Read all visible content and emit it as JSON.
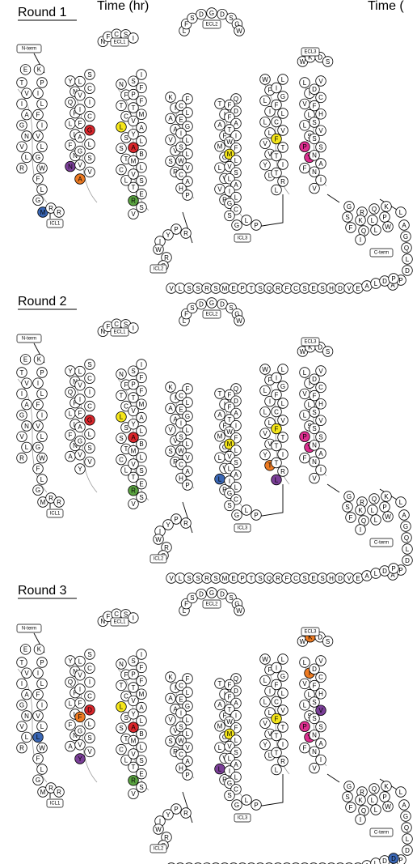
{
  "header_fragments": [
    "Time (hr)",
    "Time ("
  ],
  "labels": {
    "nterm": "N-term",
    "cterm": "C-term",
    "ecl1": "ECL1",
    "ecl2": "ECL2",
    "ecl3": "ECL3",
    "icl1": "ICL1",
    "icl2": "ICL2",
    "icl3": "ICL3"
  },
  "colors": {
    "red": "#d9262b",
    "orange": "#ee7b22",
    "yellow": "#f5e61a",
    "green": "#5aa240",
    "blue": "#3a67b5",
    "purple": "#7b3f98",
    "pink": "#dd2e8f",
    "circle_stroke": "#000000",
    "circle_fill": "#ffffff"
  },
  "sequences": {
    "tm1_left": [
      "T",
      "V",
      "I",
      "A",
      "G",
      "N",
      "V",
      "L",
      "R"
    ],
    "tm1_right": [
      "E",
      "K",
      "P",
      "I",
      "L",
      "F",
      "I",
      "V",
      "L",
      "G",
      "W",
      "F",
      "L",
      "G"
    ],
    "tm2_left": [
      "Y",
      "N",
      "Q",
      "F",
      "L",
      "L",
      "F",
      "N",
      "A"
    ],
    "tm2_right": [
      "S",
      "L",
      "C",
      "V",
      "I",
      "I",
      "C",
      "F",
      "G",
      "A",
      "L",
      "G",
      "S",
      "V",
      "V",
      "Y"
    ],
    "tm3_left": [
      "N",
      "F",
      "T",
      "C",
      "L",
      "S",
      "S",
      "T",
      "C",
      "L"
    ],
    "tm3_right": [
      "I",
      "S",
      "F",
      "P",
      "F",
      "T",
      "M",
      "V",
      "A",
      "Y",
      "L",
      "A",
      "B",
      "M",
      "L",
      "V",
      "S",
      "T",
      "E",
      "R",
      "S",
      "V"
    ],
    "tm4_left": [
      "K",
      "I",
      "A",
      "A",
      "V",
      "V",
      "S",
      "R"
    ],
    "tm4_right": [
      "F",
      "C",
      "L",
      "E",
      "G",
      "I",
      "L",
      "S",
      "L",
      "W",
      "V",
      "C",
      "A",
      "H",
      "P"
    ],
    "tm5_left": [
      "T",
      "I",
      "A",
      "F",
      "M",
      "G",
      "L",
      "V",
      "V",
      "R"
    ],
    "tm5_right": [
      "Q",
      "F",
      "D",
      "F",
      "A",
      "T",
      "I",
      "W",
      "F",
      "C",
      "L",
      "V",
      "S",
      "L",
      "A",
      "I",
      "L",
      "G",
      "C",
      "S"
    ],
    "tm6_left": [
      "W",
      "F",
      "L",
      "I",
      "L",
      "L",
      "V",
      "V",
      "Y",
      "L"
    ],
    "tm6_right": [
      "L",
      "I",
      "G",
      "F",
      "L",
      "C",
      "V",
      "F",
      "T",
      "T",
      "I",
      "T",
      "R",
      "L"
    ],
    "tm7_left": [
      "L",
      "I",
      "V",
      "L",
      "L",
      "S",
      "P",
      "Y",
      "F"
    ],
    "tm7_right": [
      "V",
      "D",
      "C",
      "F",
      "H",
      "S",
      "V",
      "S",
      "S",
      "N",
      "A",
      "N",
      "I",
      "V"
    ],
    "ecl1": [
      "N",
      "F",
      "C",
      "S",
      "I"
    ],
    "ecl2": [
      "L",
      "F",
      "S",
      "D",
      "G",
      "D",
      "S",
      "G",
      "W"
    ],
    "ecl3": [
      "W",
      "K",
      "D",
      "S"
    ],
    "icl1": [
      "M",
      "R",
      "R"
    ],
    "icl2": [
      "P",
      "Y",
      "I",
      "R",
      "W",
      "R",
      "C"
    ],
    "icl3": [
      "G",
      "L",
      "P"
    ],
    "cterm_cluster": [
      "G",
      "R",
      "Q",
      "K",
      "S",
      "K",
      "L",
      "P",
      "F",
      "Q",
      "L",
      "W",
      "I"
    ],
    "cterm_tail": [
      "L",
      "A",
      "G",
      "Q",
      "L",
      "D",
      "P",
      "A"
    ],
    "cterm_row": [
      "V",
      "L",
      "S",
      "S",
      "R",
      "S",
      "M",
      "E",
      "P",
      "T",
      "S",
      "Q",
      "R",
      "F",
      "C",
      "S",
      "E",
      "S",
      "H",
      "D",
      "V",
      "E",
      "A",
      "L",
      "D",
      "P"
    ]
  },
  "rounds": [
    {
      "title": "Round 1",
      "highlights": [
        {
          "seg": "tm2_right",
          "i": 8,
          "color": "red",
          "letter": "G"
        },
        {
          "seg": "tm3_right",
          "i": 11,
          "color": "red",
          "letter": "A"
        },
        {
          "seg": "tm3_left",
          "i": 4,
          "color": "yellow",
          "letter": "L"
        },
        {
          "seg": "tm3_right",
          "i": 19,
          "color": "green",
          "letter": "R"
        },
        {
          "seg": "tm2_left",
          "i": 8,
          "color": "purple",
          "letter": "N"
        },
        {
          "seg": "tm2_right",
          "i": 15,
          "color": "orange",
          "letter": "A"
        },
        {
          "seg": "icl1",
          "i": 0,
          "color": "blue",
          "letter": "M"
        },
        {
          "seg": "tm5_right",
          "i": 9,
          "color": "yellow",
          "letter": "M"
        },
        {
          "seg": "tm6_right",
          "i": 7,
          "color": "yellow",
          "letter": "F"
        },
        {
          "seg": "tm7_left",
          "i": 6,
          "color": "pink",
          "letter": "P"
        },
        {
          "seg": "tm7_left",
          "i": 7,
          "color": "pink",
          "letter": "Y"
        }
      ]
    },
    {
      "title": "Round 2",
      "highlights": [
        {
          "seg": "tm2_right",
          "i": 8,
          "color": "red",
          "letter": "G"
        },
        {
          "seg": "tm3_right",
          "i": 11,
          "color": "red",
          "letter": "A"
        },
        {
          "seg": "tm3_left",
          "i": 4,
          "color": "yellow",
          "letter": "L"
        },
        {
          "seg": "tm3_right",
          "i": 19,
          "color": "green",
          "letter": "R"
        },
        {
          "seg": "tm5_right",
          "i": 9,
          "color": "yellow",
          "letter": "M"
        },
        {
          "seg": "tm5_left",
          "i": 8,
          "color": "blue",
          "letter": "L"
        },
        {
          "seg": "tm6_right",
          "i": 7,
          "color": "yellow",
          "letter": "F"
        },
        {
          "seg": "tm6_left",
          "i": 9,
          "color": "orange",
          "letter": "T"
        },
        {
          "seg": "tm6_right",
          "i": 13,
          "color": "purple",
          "letter": "L"
        },
        {
          "seg": "tm7_left",
          "i": 6,
          "color": "pink",
          "letter": "P"
        },
        {
          "seg": "tm7_left",
          "i": 7,
          "color": "pink",
          "letter": "Y"
        }
      ]
    },
    {
      "title": "Round 3",
      "highlights": [
        {
          "seg": "tm1_right",
          "i": 9,
          "color": "blue",
          "letter": "L"
        },
        {
          "seg": "tm2_right",
          "i": 8,
          "color": "red",
          "letter": "D"
        },
        {
          "seg": "tm2_right",
          "i": 9,
          "color": "orange",
          "letter": "F"
        },
        {
          "seg": "tm3_right",
          "i": 11,
          "color": "red",
          "letter": "A"
        },
        {
          "seg": "tm3_left",
          "i": 4,
          "color": "yellow",
          "letter": "L"
        },
        {
          "seg": "tm3_right",
          "i": 19,
          "color": "green",
          "letter": "R"
        },
        {
          "seg": "tm2_right",
          "i": 15,
          "color": "purple",
          "letter": "Y"
        },
        {
          "seg": "tm5_right",
          "i": 9,
          "color": "yellow",
          "letter": "M"
        },
        {
          "seg": "tm5_left",
          "i": 8,
          "color": "purple",
          "letter": "L"
        },
        {
          "seg": "tm6_right",
          "i": 7,
          "color": "yellow",
          "letter": "F"
        },
        {
          "seg": "ecl3",
          "i": 1,
          "color": "orange",
          "letter": "K"
        },
        {
          "seg": "tm7_left",
          "i": 1,
          "color": "orange",
          "letter": "I"
        },
        {
          "seg": "tm7_right",
          "i": 6,
          "color": "purple",
          "letter": "V"
        },
        {
          "seg": "tm7_left",
          "i": 6,
          "color": "pink",
          "letter": "P"
        },
        {
          "seg": "tm7_left",
          "i": 7,
          "color": "pink",
          "letter": "Y"
        },
        {
          "seg": "cterm_row",
          "i": 25,
          "color": "blue",
          "letter": "D"
        }
      ]
    }
  ]
}
